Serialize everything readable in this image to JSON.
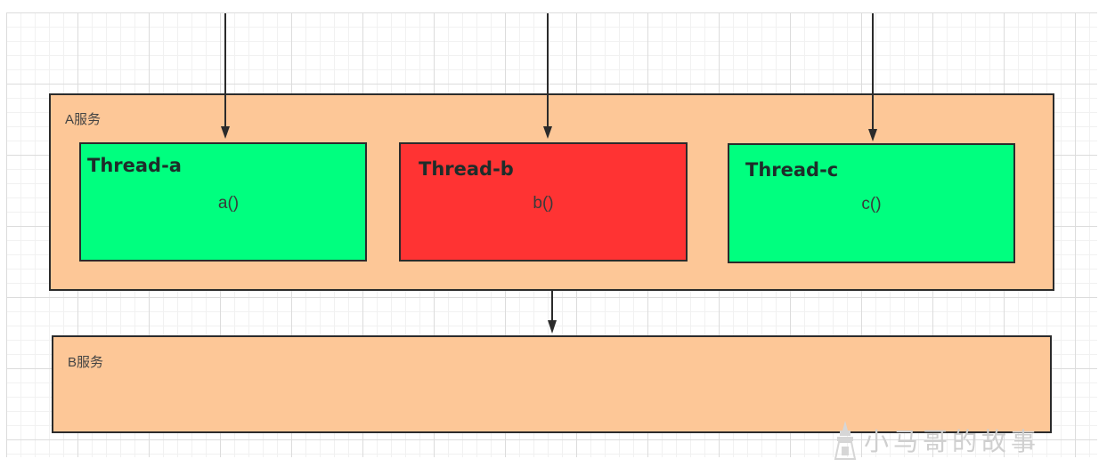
{
  "services": {
    "a": {
      "label": "A服务"
    },
    "b": {
      "label": "B服务"
    }
  },
  "threads": [
    {
      "title": "Thread-a",
      "method": "a()",
      "color": "#00ff7f"
    },
    {
      "title": "Thread-b",
      "method": "b()",
      "color": "#ff3333"
    },
    {
      "title": "Thread-c",
      "method": "c()",
      "color": "#00ff7f"
    }
  ],
  "colors": {
    "service_fill": "#fdc797",
    "stroke": "#2b2b2b"
  },
  "watermark": {
    "text": "小马哥的故事",
    "icon": "tower-icon"
  }
}
